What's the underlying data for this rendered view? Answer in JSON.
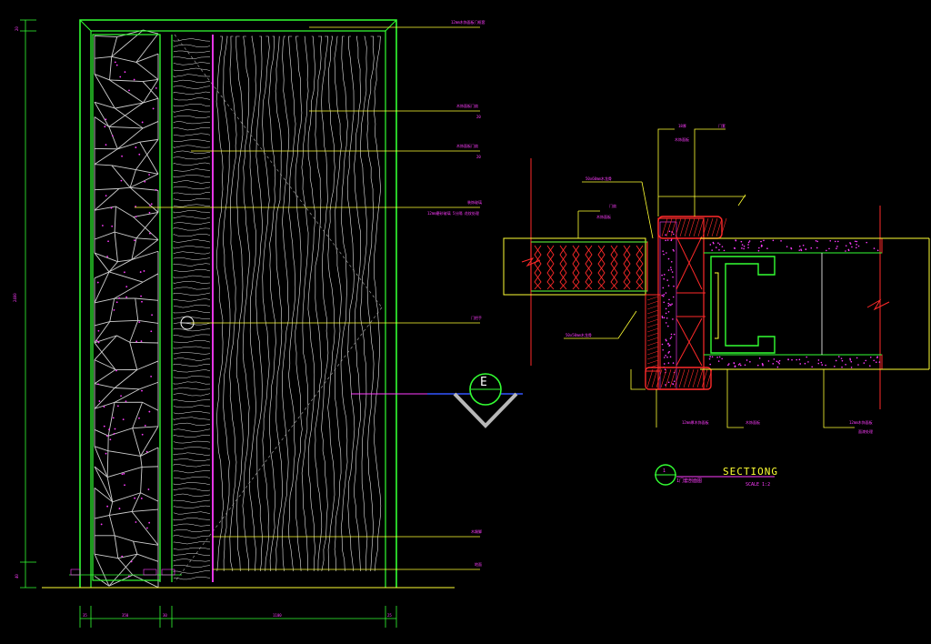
{
  "elevation": {
    "dimensions": {
      "top_left": "20",
      "height_left": "2400",
      "bottom_left": "40",
      "bottom_1": "35",
      "bottom_2": "350",
      "bottom_3": "30",
      "bottom_4": "1100",
      "bottom_5": "25"
    },
    "callouts": [
      {
        "text": "12mm木饰面板门框套"
      },
      {
        "text": "木饰面板门扇",
        "sub": "20"
      },
      {
        "text": "木饰面板门扇",
        "sub": "20"
      },
      {
        "text": "装饰玻璃",
        "sub": "12mm磨砂玻璃 5分隔 花纹处理"
      },
      {
        "text": "门把手"
      },
      {
        "text": "木踢脚"
      },
      {
        "text": "地面"
      }
    ],
    "section_marker": "E"
  },
  "section": {
    "labels": {
      "top_1": "18厚",
      "top_1_sub": "木饰面板",
      "top_2": "门套",
      "left_1": "50x60mm木龙骨",
      "left_2": "门扇",
      "left_2_sub": "木饰面板",
      "left_3": "50x50mm木龙骨",
      "bottom_1": "12mm厚木饰面板",
      "bottom_2": "木饰面板",
      "bottom_3": "12mm木饰面板",
      "bottom_3_sub": "面漆处理"
    },
    "title": "SECTIONG",
    "title_sub": "1门套剖面图",
    "scale": "SCALE 1:2",
    "marker": "1"
  },
  "colors": {
    "frame": "#33ff33",
    "leader": "#ffff33",
    "dim": "#ff3cff",
    "grain": "#e8e8e8",
    "hatch": "#ff2a2a",
    "accent": "#3355ff"
  }
}
